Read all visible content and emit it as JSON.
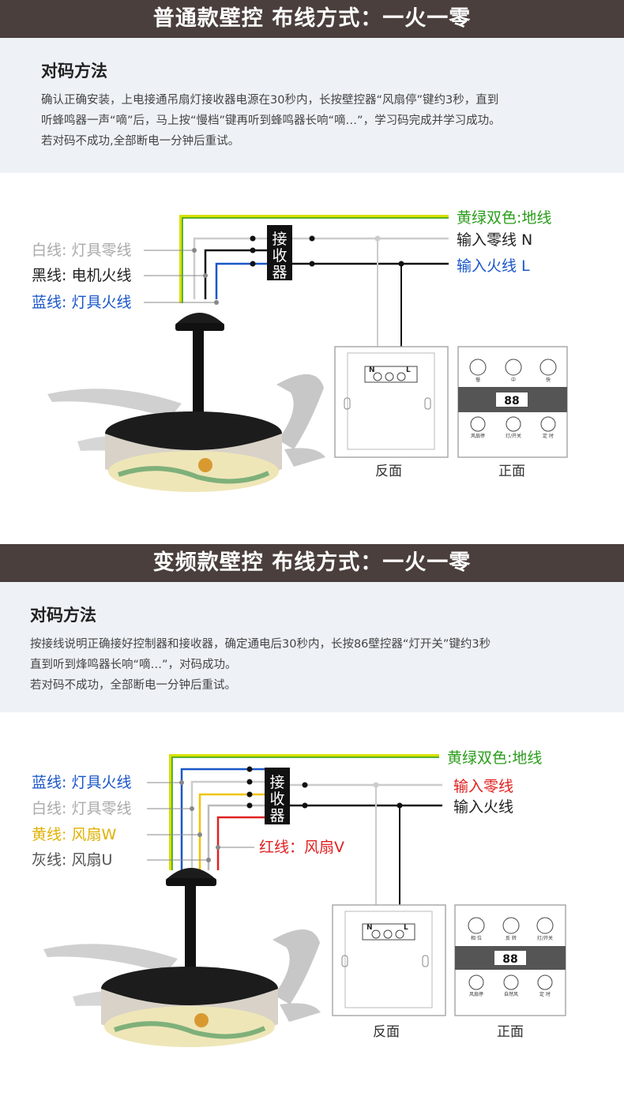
{
  "section1": {
    "header": "普通款壁控 布线方式：一火一零",
    "note_title": "对码方法",
    "note_lines": [
      "确认正确安装，上电接通吊扇灯接收器电源在30秒内，长按壁控器“风扇停”键约3秒，直到",
      "听蜂鸣器一声“嘀”后，马上按“慢档”键再听到蜂鸣器长响“嘀…”，学习码完成并学习成功。",
      "若对码不成功,全部断电一分钟后重试。"
    ],
    "labels": {
      "white_wire": "白线: 灯具零线",
      "black_wire": "黑线: 电机火线",
      "blue_wire": "蓝线: 灯具火线",
      "ground": "黄绿双色:地线",
      "neutral_in": "输入零线 N",
      "live_in": "输入火线 L",
      "receiver": [
        "接",
        "收",
        "器"
      ],
      "back_caption": "反面",
      "front_caption": "正面",
      "terminal_n": "N",
      "terminal_l": "L",
      "btn_slow": "慢",
      "btn_mid": "中",
      "btn_fast": "快",
      "display": "88",
      "btn_fan_stop": "风扇停",
      "btn_light": "灯/开关",
      "btn_timer": "定 时"
    }
  },
  "section2": {
    "header": "变频款壁控 布线方式：一火一零",
    "note_title": "对码方法",
    "note_lines": [
      "按接线说明正确接好控制器和接收器，确定通电后30秒内，长按86壁控器“灯开关”键约3秒",
      "直到听到烽鸣器长响“嘀…”，对码成功。",
      "若对码不成功，全部断电一分钟后重试。"
    ],
    "labels": {
      "blue_wire": "蓝线: 灯具火线",
      "white_wire": "白线: 灯具零线",
      "yellow_wire": "黄线: 风扇W",
      "gray_wire": "灰线: 风扇U",
      "red_wire": "红线：风扇V",
      "ground": "黄绿双色:地线",
      "neutral_in": "输入零线",
      "live_in": "输入火线",
      "receiver": [
        "接",
        "收",
        "器"
      ],
      "back_caption": "反面",
      "front_caption": "正面",
      "terminal_n": "N",
      "terminal_l": "L",
      "btn_phase": "相 位",
      "btn_reverse": "反 转",
      "btn_light": "灯/开关",
      "display": "88",
      "btn_fan_stop": "风扇停",
      "btn_natural": "自然风",
      "btn_timer": "定 时"
    }
  },
  "colors": {
    "header_bg": "#4a3f3c",
    "note_bg": "#eef2f6",
    "ground_green": "#2a9d1a",
    "ground_yellow": "#d8e000",
    "blue": "#1a56c8",
    "red": "#e02020",
    "yellow": "#f0c400",
    "gray_text": "#aaaaaa"
  }
}
